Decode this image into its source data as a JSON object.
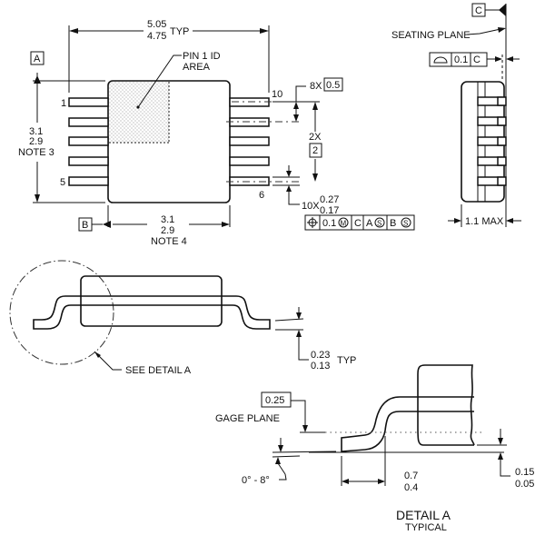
{
  "top_view": {
    "body_length_max": "5.05",
    "body_length_min": "4.75",
    "body_length_suffix": "TYP",
    "pin1_label_line1": "PIN 1 ID",
    "pin1_label_line2": "AREA",
    "datum_a": "A",
    "datum_b": "B",
    "height_max": "3.1",
    "height_min": "2.9",
    "height_note": "NOTE 3",
    "width_max": "3.1",
    "width_min": "2.9",
    "width_note": "NOTE 4",
    "pin_labels": {
      "pin1": "1",
      "pin5": "5",
      "pin6": "6",
      "pin10": "10"
    },
    "pitch_count": "8X",
    "pitch_value": "0.5",
    "span_count": "2X",
    "span_value": "2",
    "lead_width_count": "10X",
    "lead_width_max": "0.27",
    "lead_width_min": "0.17",
    "position_tolerance": {
      "symbol": "position-icon",
      "value": "0.1",
      "modifier": "M",
      "datum1": "C",
      "datum2": "A",
      "datum2_modifier": "S",
      "datum3": "B",
      "datum3_modifier": "S"
    }
  },
  "side_view": {
    "datum_c": "C",
    "seating_plane_label": "SEATING PLANE",
    "coplanarity": {
      "symbol": "profile-icon",
      "value": "0.1",
      "datum": "C"
    },
    "height_label": "1.1 MAX"
  },
  "front_view": {
    "see_detail_label": "SEE DETAIL A",
    "lead_thickness_max": "0.23",
    "lead_thickness_min": "0.13",
    "lead_thickness_suffix": "TYP"
  },
  "detail_a": {
    "gage_value": "0.25",
    "gage_label": "GAGE PLANE",
    "angle_label": "0° - 8°",
    "foot_length_max": "0.7",
    "foot_length_min": "0.4",
    "standoff_max": "0.15",
    "standoff_min": "0.05",
    "title": "DETAIL A",
    "subtitle": "TYPICAL"
  }
}
